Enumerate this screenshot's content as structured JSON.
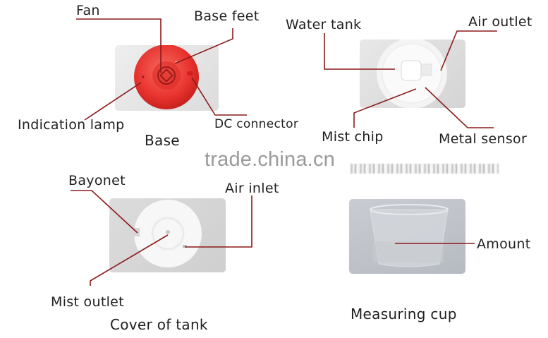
{
  "colors": {
    "leader_line": "#8b1a1a",
    "base_red": "#e8332e",
    "text": "#1f1f1f",
    "watermark": "#9a9a9a"
  },
  "watermark": "trade.china.cn",
  "sections": {
    "base": {
      "caption": "Base",
      "labels": {
        "fan": "Fan",
        "base_feet": "Base feet",
        "indication_lamp": "Indication lamp",
        "dc_connector": "DC connector"
      }
    },
    "water_tank": {
      "labels": {
        "water_tank": "Water tank",
        "air_outlet": "Air outlet",
        "mist_chip": "Mist chip",
        "metal_sensor": "Metal sensor"
      }
    },
    "cover": {
      "caption": "Cover of tank",
      "labels": {
        "bayonet": "Bayonet",
        "air_inlet": "Air inlet",
        "mist_outlet": "Mist outlet"
      }
    },
    "cup": {
      "caption": "Measuring cup",
      "labels": {
        "amount": "Amount"
      }
    }
  }
}
